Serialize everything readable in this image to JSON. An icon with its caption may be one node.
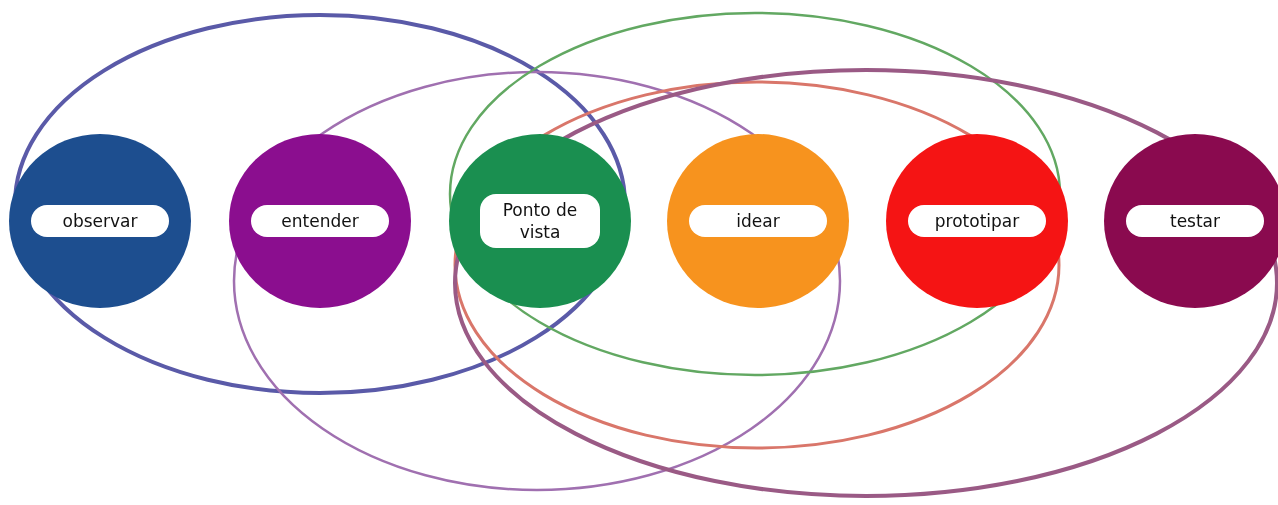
{
  "diagram": {
    "nodes": [
      {
        "text": [
          "observar"
        ]
      },
      {
        "text": [
          "entender"
        ]
      },
      {
        "text": [
          "Ponto de vista"
        ]
      },
      {
        "text": [
          "idear"
        ]
      },
      {
        "text": [
          "prototipar"
        ]
      },
      {
        "text": [
          "testar"
        ]
      }
    ],
    "edges": []
  }
}
